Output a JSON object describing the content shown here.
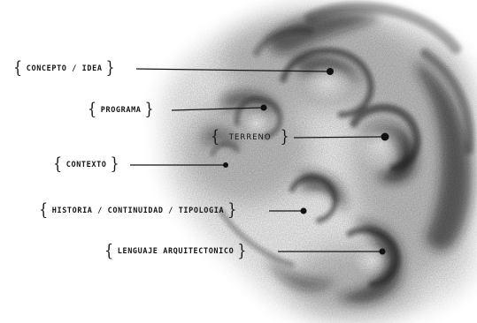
{
  "diagram": {
    "colors": {
      "background": "#ffffff",
      "ink": "#151515",
      "smoke": "#1a1a1a"
    },
    "concepts": [
      {
        "id": "concepto-idea",
        "label": "CONCEPTO / IDEA"
      },
      {
        "id": "programa",
        "label": "PROGRAMA"
      },
      {
        "id": "terreno",
        "label": "TERRENO"
      },
      {
        "id": "contexto",
        "label": "CONTEXTO"
      },
      {
        "id": "historia-continuidad-tipologia",
        "label": "HISTORIA / CONTINUIDAD / TIPOLOGIA"
      },
      {
        "id": "lenguaje-arquitectonico",
        "label": "LENGUAJE ARQUITECTONICO"
      }
    ]
  }
}
